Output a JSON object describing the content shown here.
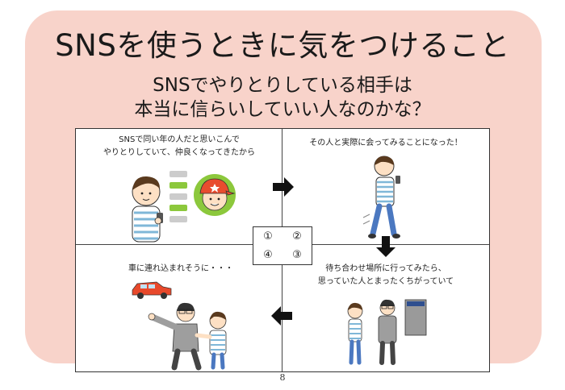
{
  "title": "SNSを使うときに気をつけること",
  "subtitle": {
    "line1": "SNSでやりとりしている相手は",
    "line2": "本当に信らいしていい人なのかな？"
  },
  "panels": {
    "p1": {
      "line1": "SNSで同い年の人だと思いこんで",
      "line2": "やりとりしていて、仲良くなってきたから"
    },
    "p2": {
      "line1": "その人と実際に会ってみることになった！"
    },
    "p3": {
      "line1": "待ち合わせ場所に行ってみたら、",
      "line2": "思っていた人とまったくちがっていて"
    },
    "p4": {
      "line1": "車に連れ込まれそうに・・・"
    }
  },
  "panel_order": [
    "①",
    "②",
    "④",
    "③"
  ],
  "page_number": "8",
  "colors": {
    "card_background": "#f8d3ca",
    "arrow": "#111111",
    "boy_shirt_stripes": "#7fb7d8",
    "avatar_circle": "#8cc83c",
    "cap_red": "#e84c2e",
    "chat_bubble_green": "#8cc83c",
    "car_red": "#e8492b"
  },
  "icons": [
    "arrow-right-icon",
    "arrow-down-icon",
    "arrow-left-icon"
  ]
}
